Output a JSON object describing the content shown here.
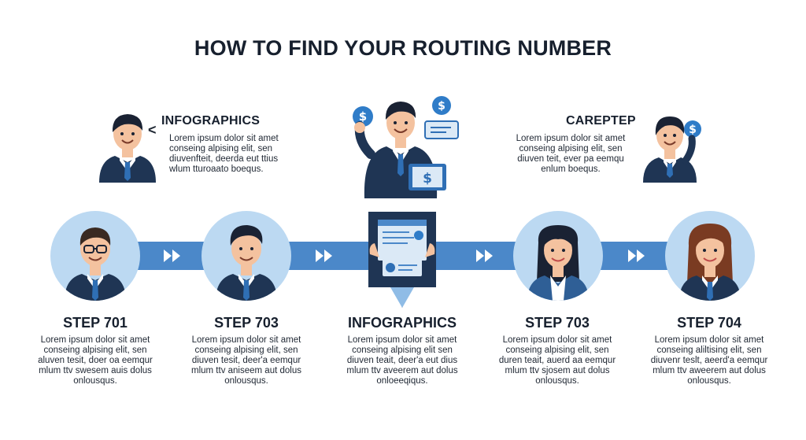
{
  "title": "HOW TO FIND YOUR ROUTING NUMBER",
  "top_left": {
    "heading": "INFOGRAPHICS",
    "lines": [
      "Lorem ipsum dolor sit amet",
      "conseing alpising elit, sen",
      "diuvenfteit, deerda eut ttius",
      "wlum tturoaato boequs."
    ]
  },
  "top_right": {
    "heading": "CAREPTEP",
    "lines": [
      "Lorem ipsum dolor sit amet",
      "conseing alpising elit, sen",
      "diuven teit, ever pa eemqu",
      "enlum boequs."
    ]
  },
  "steps": [
    {
      "heading": "STEP 701",
      "lines": [
        "Lorem ipsum dolor sit amet",
        "conseing alpising elit, sen",
        "aluven tesit, doer oa eemqur",
        "mlum ttv swesem auis dolus",
        "onlousqus."
      ]
    },
    {
      "heading": "STEP 703",
      "lines": [
        "Lorem ipsum dolor sit amet",
        "conseing alpising elit, sen",
        "diuven tesit, deer'a eemqur",
        "mlum ttv aniseem aut dolus",
        "onlousqus."
      ]
    },
    {
      "heading": "INFOGRAPHICS",
      "lines": [
        "Lorem ipsum dolor sit amet",
        "conseing alpising elit sen",
        "diuven teait, deer'a eut dius",
        "mlum ttv aveerem aut dolus",
        "onloeeqiqus."
      ]
    },
    {
      "heading": "STEP 703",
      "lines": [
        "Lorem ipsum dolor sit amet",
        "conseing alpising elit, sen",
        "duren teait, auerd aa eemqur",
        "mlum ttv sjosem aut dolus",
        "onlousqus."
      ]
    },
    {
      "heading": "STEP 704",
      "lines": [
        "Lorem ipsum dolor sit amet",
        "conseing aliltising elit, sen",
        "diuvenr teslt, aeerd'a eemqur",
        "mlum ttv aweerem aut dolus",
        "onlousqus."
      ]
    }
  ],
  "icons": {
    "currency": "$",
    "chevron": "<"
  },
  "colors": {
    "band": "#4b88c9",
    "circle": "#bcd9f2",
    "suit": "#1f3554",
    "tie": "#2f6fb5",
    "skin": "#f4c29f",
    "hair": "#1a2233"
  }
}
